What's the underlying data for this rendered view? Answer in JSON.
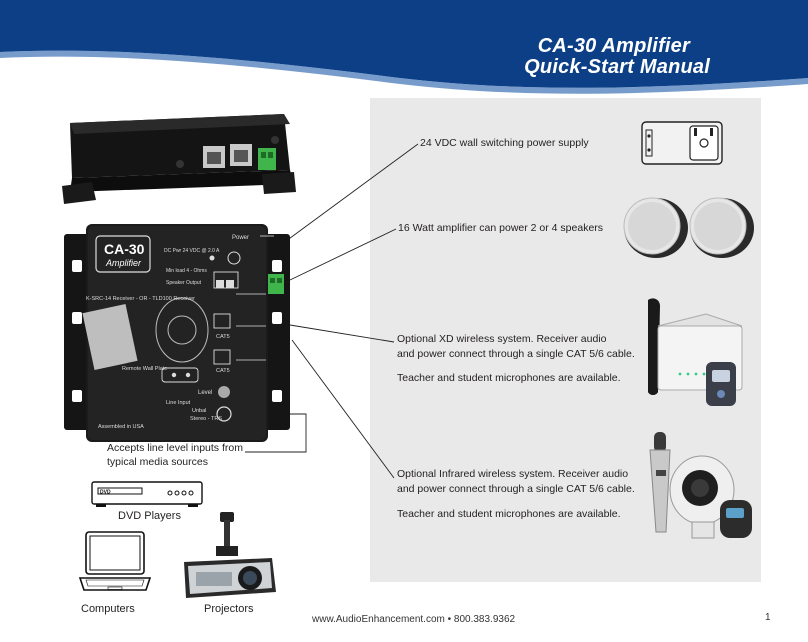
{
  "header": {
    "title_line1": "CA-30 Amplifier",
    "title_line2": "Quick-Start Manual",
    "banner_color": "#0c3f86"
  },
  "device_labels": {
    "model": "CA-30",
    "model_sub": "Amplifier",
    "power": "Power",
    "dc_power": "DC Pwr 24 VDC @ 2.0 A",
    "min_load": "Min load 4 - Ohms",
    "speaker_output": "Speaker Output",
    "receiver_line": "K-SRC-14 Receiver - OR - TLD100 Receiver",
    "cat5_a": "CAT5",
    "cat5_b": "CAT5",
    "remote_wall_plate": "Remote Wall Plate",
    "level": "Level",
    "line_input": "Line Input",
    "unbal": "Unbal",
    "stereo_trs": "Stereo - TRS",
    "assembled": "Assembled in USA"
  },
  "callouts": {
    "power_supply": "24 VDC wall switching power supply",
    "amp_power": "16 Watt amplifier can power 2 or 4 speakers",
    "xd_line1": "Optional XD wireless system. Receiver audio",
    "xd_line2": "and power connect through a single CAT 5/6 cable.",
    "xd_line3": "Teacher and student microphones are available.",
    "ir_line1": "Optional Infrared wireless system. Receiver audio",
    "ir_line2": "and power connect through a single CAT 5/6 cable.",
    "ir_line3": "Teacher and student microphones are available.",
    "line_inputs_1": "Accepts line level inputs from",
    "line_inputs_2": "typical media sources"
  },
  "sources": {
    "dvd": "DVD Players",
    "computers": "Computers",
    "projectors": "Projectors",
    "dvd_logo": "DVD"
  },
  "footer": {
    "contact": "www.AudioEnhancement.com • 800.383.9362",
    "page": "1"
  }
}
